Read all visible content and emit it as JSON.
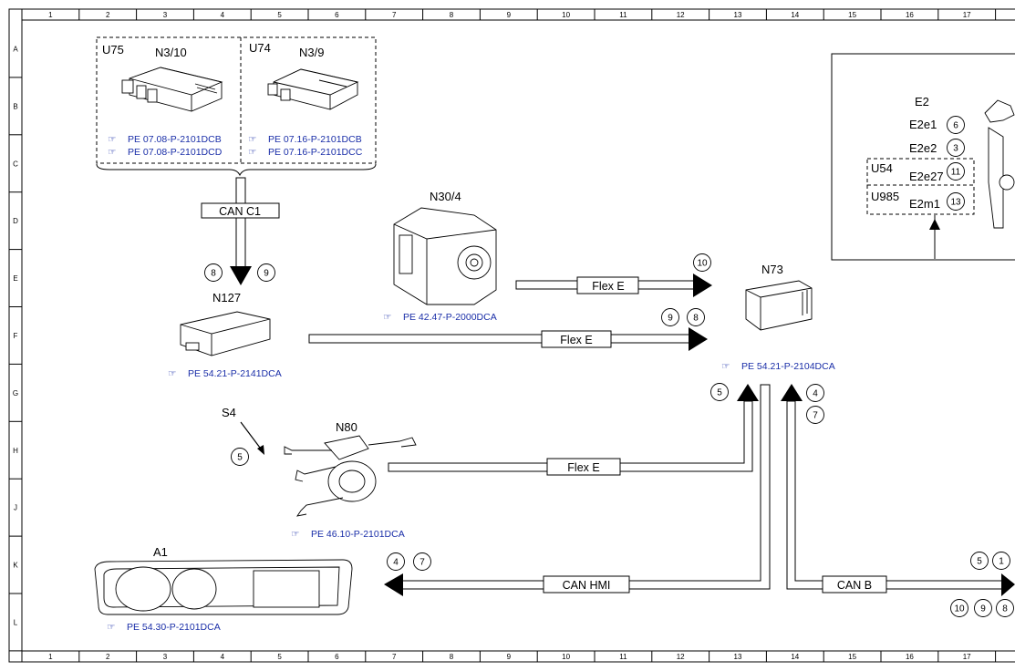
{
  "grid": {
    "columns": [
      "1",
      "2",
      "3",
      "4",
      "5",
      "6",
      "7",
      "8",
      "9",
      "10",
      "11",
      "12",
      "13",
      "14",
      "15",
      "16",
      "17"
    ],
    "rows": [
      "A",
      "B",
      "C",
      "D",
      "E",
      "F",
      "G",
      "H",
      "J",
      "K",
      "L"
    ]
  },
  "components": {
    "u75": "U75",
    "n3_10": "N3/10",
    "u74": "U74",
    "n3_9": "N3/9",
    "n30_4": "N30/4",
    "n127": "N127",
    "n73": "N73",
    "s4": "S4",
    "n80": "N80",
    "a1": "A1",
    "e2": "E2",
    "e2e1": "E2e1",
    "e2e2": "E2e2",
    "u54": "U54",
    "e2e27": "E2e27",
    "u985": "U985",
    "e2m1": "E2m1"
  },
  "references": {
    "u75_a": "PE 07.08-P-2101DCB",
    "u75_b": "PE 07.08-P-2101DCD",
    "u74_a": "PE 07.16-P-2101DCB",
    "u74_b": "PE 07.16-P-2101DCC",
    "n30_4": "PE 42.47-P-2000DCA",
    "n127": "PE 54.21-P-2141DCA",
    "n73": "PE 54.21-P-2104DCA",
    "n80": "PE 46.10-P-2101DCA",
    "a1": "PE 54.30-P-2101DCA"
  },
  "buses": {
    "can_c1": "CAN C1",
    "flex_e_1": "Flex E",
    "flex_e_2": "Flex E",
    "flex_e_3": "Flex E",
    "can_hmi": "CAN HMI",
    "can_b": "CAN B"
  },
  "circles": {
    "c8_n127": "8",
    "c9_n127": "9",
    "c10_flex": "10",
    "c9_flex2": "9",
    "c8_flex2": "8",
    "c5_n73": "5",
    "c4_n73": "4",
    "c7_n73": "7",
    "c5_s4": "5",
    "c4_hmi": "4",
    "c7_hmi": "7",
    "c5_canb": "5",
    "c1_canb": "1",
    "c10_canb": "10",
    "c9_canb": "9",
    "c8_canb": "8",
    "c6_e2e1": "6",
    "c3_e2e2": "3",
    "c11_e2e27": "11",
    "c13_e2m1": "13"
  },
  "colors": {
    "reference": "#1a2ea8",
    "line": "#000000"
  }
}
